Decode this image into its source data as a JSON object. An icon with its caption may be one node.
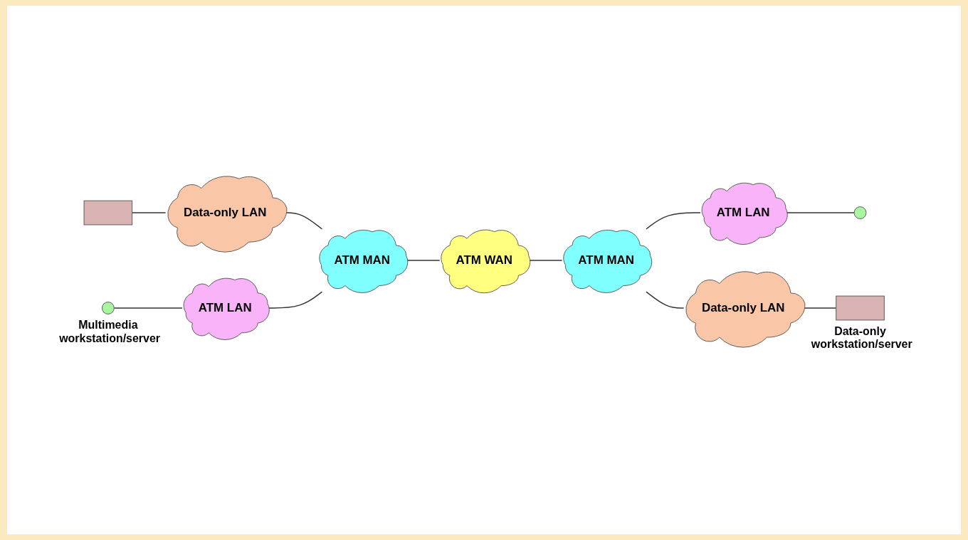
{
  "diagram": {
    "nodes": [
      {
        "text": [],
        "shape": "box"
      },
      {
        "text": [],
        "shape": "circle"
      },
      {
        "text": [
          "Data-only LAN"
        ]
      },
      {
        "text": [
          "ATM LAN"
        ]
      },
      {
        "text": [
          "ATM MAN"
        ]
      },
      {
        "text": [
          "ATM WAN"
        ]
      },
      {
        "text": [
          "ATM MAN"
        ]
      },
      {
        "text": [
          "ATM LAN"
        ]
      },
      {
        "text": [
          "Data-only LAN"
        ]
      },
      {
        "text": [],
        "shape": "circle",
        "beside": [
          "Multimedia workstation/server"
        ]
      },
      {
        "text": [],
        "shape": "box",
        "beside": [
          "Data-only workstation/server"
        ]
      }
    ],
    "edges": [
      {
        "from": 0,
        "to": 2,
        "arrow": "none"
      },
      {
        "from": 3,
        "to": 1,
        "arrow": "none"
      },
      {
        "from": 2,
        "to": 4,
        "arrow": "none"
      },
      {
        "from": 6,
        "to": 3,
        "arrow": "none"
      },
      {
        "from": 4,
        "to": 5,
        "arrow": "none"
      },
      {
        "from": 5,
        "to": 6,
        "arrow": "none"
      },
      {
        "from": 7,
        "to": 4,
        "arrow": "none"
      },
      {
        "from": 6,
        "to": 8,
        "arrow": "none"
      },
      {
        "from": 9,
        "to": 7,
        "arrow": "none"
      },
      {
        "from": 8,
        "to": 10,
        "arrow": "none"
      }
    ]
  }
}
